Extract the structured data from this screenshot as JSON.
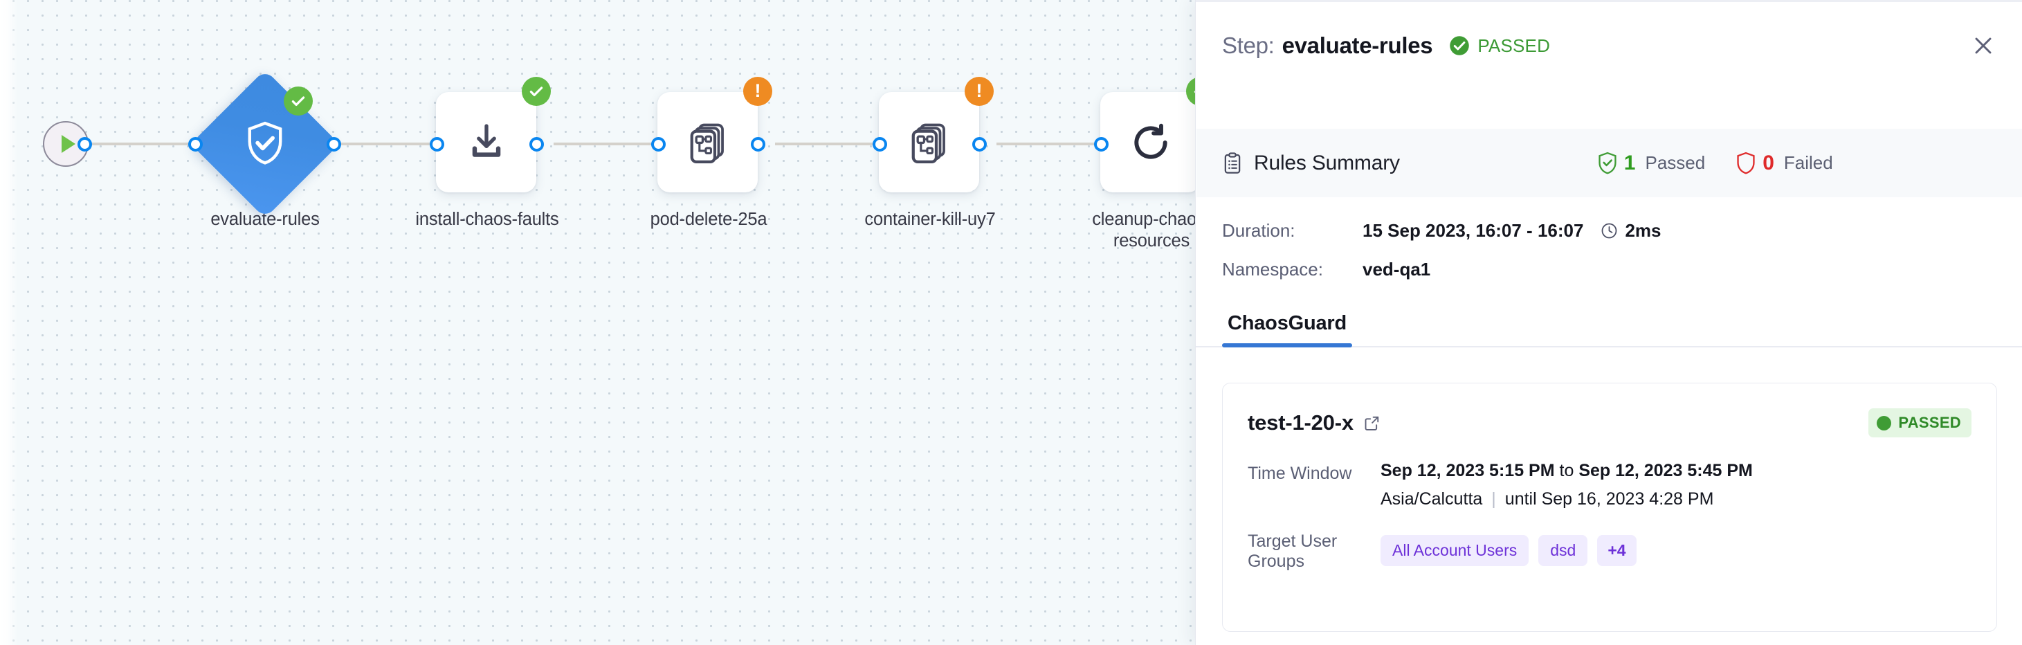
{
  "canvas": {
    "start_node": {
      "name": "start-node",
      "icon": "play-icon"
    },
    "nodes": [
      {
        "id": "evaluate-rules",
        "label": "evaluate-rules",
        "shape": "diamond",
        "icon": "shield-check-icon",
        "status": "success",
        "status_icon": "check-circle-icon",
        "selected": true
      },
      {
        "id": "install-chaos-faults",
        "label": "install-chaos-faults",
        "shape": "box",
        "icon": "download-icon",
        "status": "success",
        "status_icon": "check-circle-icon",
        "selected": false
      },
      {
        "id": "pod-delete-25a",
        "label": "pod-delete-25a",
        "shape": "box",
        "icon": "chaos-fault-icon",
        "status": "warning",
        "status_icon": "exclamation-circle-icon",
        "selected": false
      },
      {
        "id": "container-kill-uy7",
        "label": "container-kill-uy7",
        "shape": "box",
        "icon": "chaos-fault-icon",
        "status": "warning",
        "status_icon": "exclamation-circle-icon",
        "selected": false
      },
      {
        "id": "cleanup-chaos-resources",
        "label": "cleanup-chaos-resources",
        "shape": "box",
        "icon": "refresh-icon",
        "status": "success",
        "status_icon": "check-circle-icon",
        "selected": false
      }
    ]
  },
  "panel": {
    "header": {
      "step_label": "Step:",
      "step_name": "evaluate-rules",
      "status_icon": "check-circle-icon",
      "status_text": "PASSED",
      "close_icon": "close-icon"
    },
    "rules_summary": {
      "icon": "clipboard-list-icon",
      "title": "Rules Summary",
      "passed_count": "1",
      "passed_label": "Passed",
      "passed_icon": "shield-check-icon",
      "failed_count": "0",
      "failed_label": "Failed",
      "failed_icon": "shield-icon"
    },
    "meta": [
      {
        "key": "Duration:",
        "value": "15 Sep 2023, 16:07 - 16:07",
        "extra_icon": "clock-icon",
        "extra": "2ms"
      },
      {
        "key": "Namespace:",
        "value": "ved-qa1"
      }
    ],
    "tabs": [
      {
        "label": "ChaosGuard",
        "active": true
      }
    ],
    "result_card": {
      "name": "test-1-20-x",
      "link_icon": "external-link-icon",
      "status_text": "PASSED",
      "time_window_label": "Time Window",
      "time_window_start": "Sep 12, 2023 5:15 PM",
      "time_window_joiner": "to",
      "time_window_end": "Sep 12, 2023 5:45 PM",
      "timezone": "Asia/Calcutta",
      "until_text": "until Sep 16, 2023 4:28 PM",
      "target_groups_label": "Target User Groups",
      "target_groups": [
        "All Account Users",
        "dsd",
        "+4"
      ]
    }
  },
  "colors": {
    "accent_blue": "#3577d4",
    "node_blue": "#3f8ce2",
    "success_green": "#63bb45",
    "warning_orange": "#ef8b22",
    "fail_red": "#df2a2a",
    "chip_purple": "#6d31d8",
    "canvas_bg": "#f4f9fb"
  }
}
